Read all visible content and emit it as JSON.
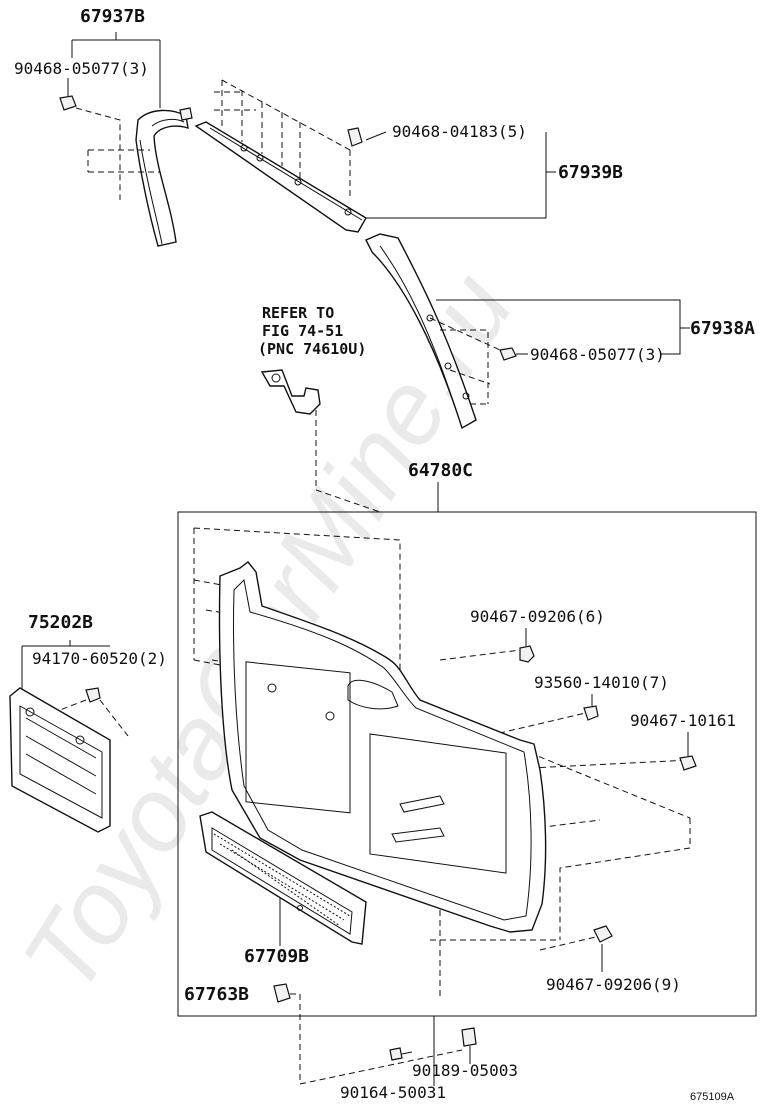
{
  "watermark": "ToyotaCarMine.ru",
  "footer_code": "675109A",
  "refer_note": [
    "REFER TO",
    "FIG 74-51",
    "(PNC 74610U)"
  ],
  "labels": {
    "p67937b": "67937B",
    "p90468_05077_a": "90468-05077(3)",
    "p90468_04183": "90468-04183(5)",
    "p67939b": "67939B",
    "p67938a": "67938A",
    "p90468_05077_b": "90468-05077(3)",
    "p64780c": "64780C",
    "p75202b": "75202B",
    "p94170_60520": "94170-60520(2)",
    "p90467_09206_6": "90467-09206(6)",
    "p93560_14010": "93560-14010(7)",
    "p90467_10161": "90467-10161",
    "p67709b": "67709B",
    "p90467_09206_9": "90467-09206(9)",
    "p67763b": "67763B",
    "p90189_05003": "90189-05003",
    "p90164_50031": "90164-50031"
  }
}
